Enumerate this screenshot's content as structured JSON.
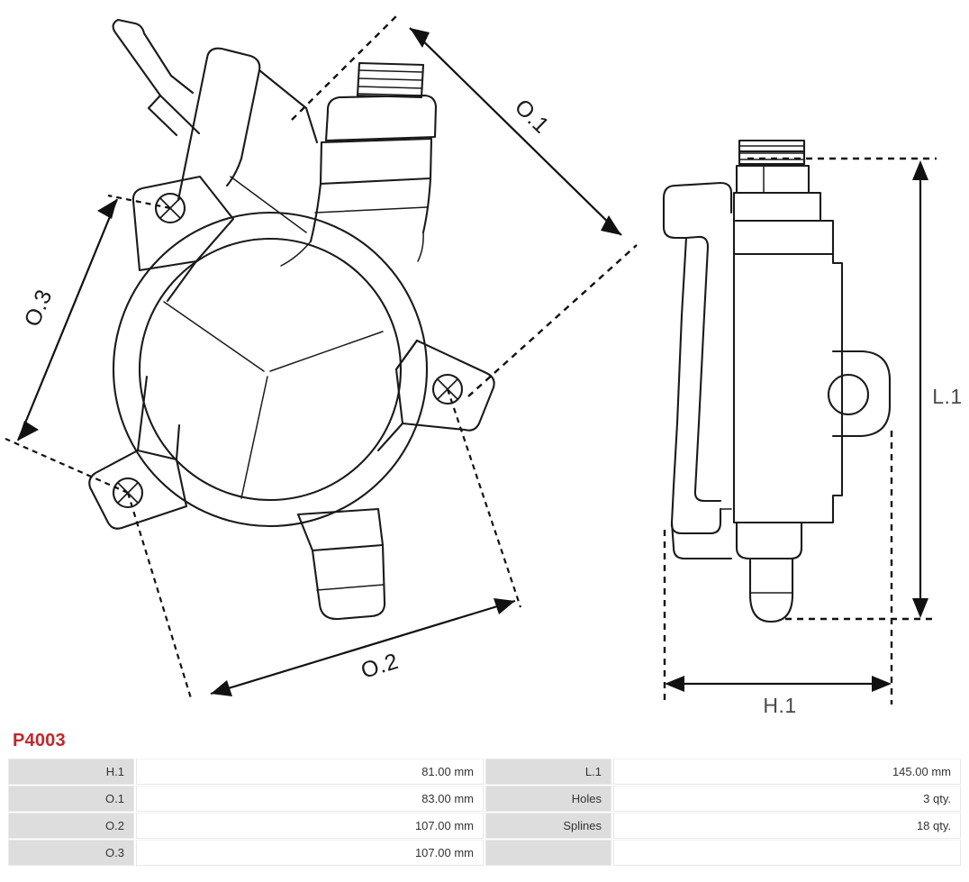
{
  "part_number": "P4003",
  "drawing": {
    "front_view": {
      "dimension_labels": [
        {
          "name": "O.1",
          "text": "O.1"
        },
        {
          "name": "O.2",
          "text": "O.2"
        },
        {
          "name": "O.3",
          "text": "O.3"
        }
      ],
      "holes_visible": 3
    },
    "side_view": {
      "dimension_labels": [
        {
          "name": "L.1",
          "text": "L.1"
        },
        {
          "name": "H.1",
          "text": "H.1"
        }
      ]
    }
  },
  "spec_table": {
    "rows": [
      {
        "key_left": "H.1",
        "value_left": "81.00 mm",
        "key_right": "L.1",
        "value_right": "145.00 mm"
      },
      {
        "key_left": "O.1",
        "value_left": "83.00 mm",
        "key_right": "Holes",
        "value_right": "3 qty."
      },
      {
        "key_left": "O.2",
        "value_left": "107.00 mm",
        "key_right": "Splines",
        "value_right": "18 qty."
      },
      {
        "key_left": "O.3",
        "value_left": "107.00 mm",
        "key_right": "",
        "value_right": ""
      }
    ]
  }
}
